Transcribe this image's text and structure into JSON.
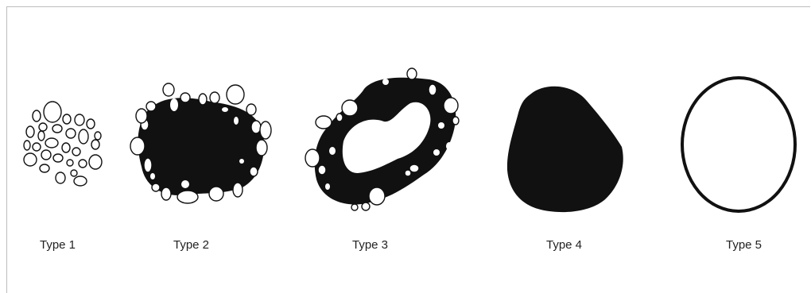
{
  "figure": {
    "types": [
      {
        "id": "type-1",
        "label": "Type 1"
      },
      {
        "id": "type-2",
        "label": "Type 2"
      },
      {
        "id": "type-3",
        "label": "Type 3"
      },
      {
        "id": "type-4",
        "label": "Type 4"
      },
      {
        "id": "type-5",
        "label": "Type 5"
      }
    ],
    "colors": {
      "ink": "#111111",
      "paper": "#ffffff",
      "frame": "#bdbdbd"
    }
  }
}
